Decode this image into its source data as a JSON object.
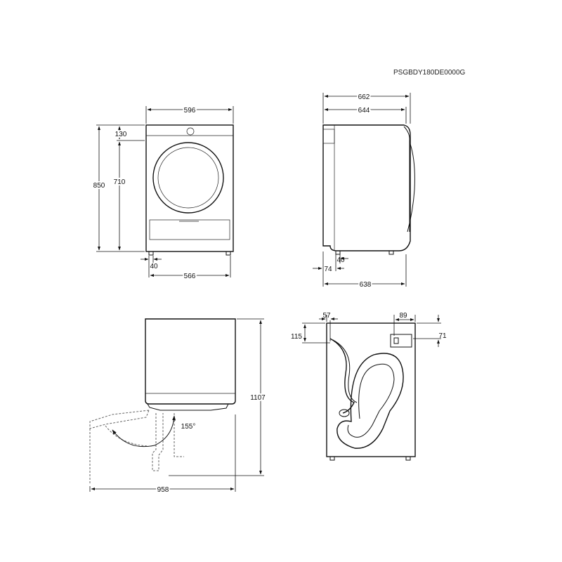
{
  "model_code": "PSGBDY180DE0000G",
  "front_view": {
    "width": "596",
    "total_height": "850",
    "top_to_door": "130",
    "door_height": "710",
    "foot_inset": "40",
    "foot_span": "566"
  },
  "side_view": {
    "total_depth": "662",
    "body_depth": "644",
    "foot_from_back": "40",
    "back_offset": "74",
    "base_depth": "638"
  },
  "door_view": {
    "door_open_angle": "155°",
    "total_width_open": "958",
    "height_to_door": "1107"
  },
  "back_view": {
    "hose_from_left": "57",
    "hose_from_top": "115",
    "outlet_from_right": "89",
    "outlet_from_top": "71"
  }
}
